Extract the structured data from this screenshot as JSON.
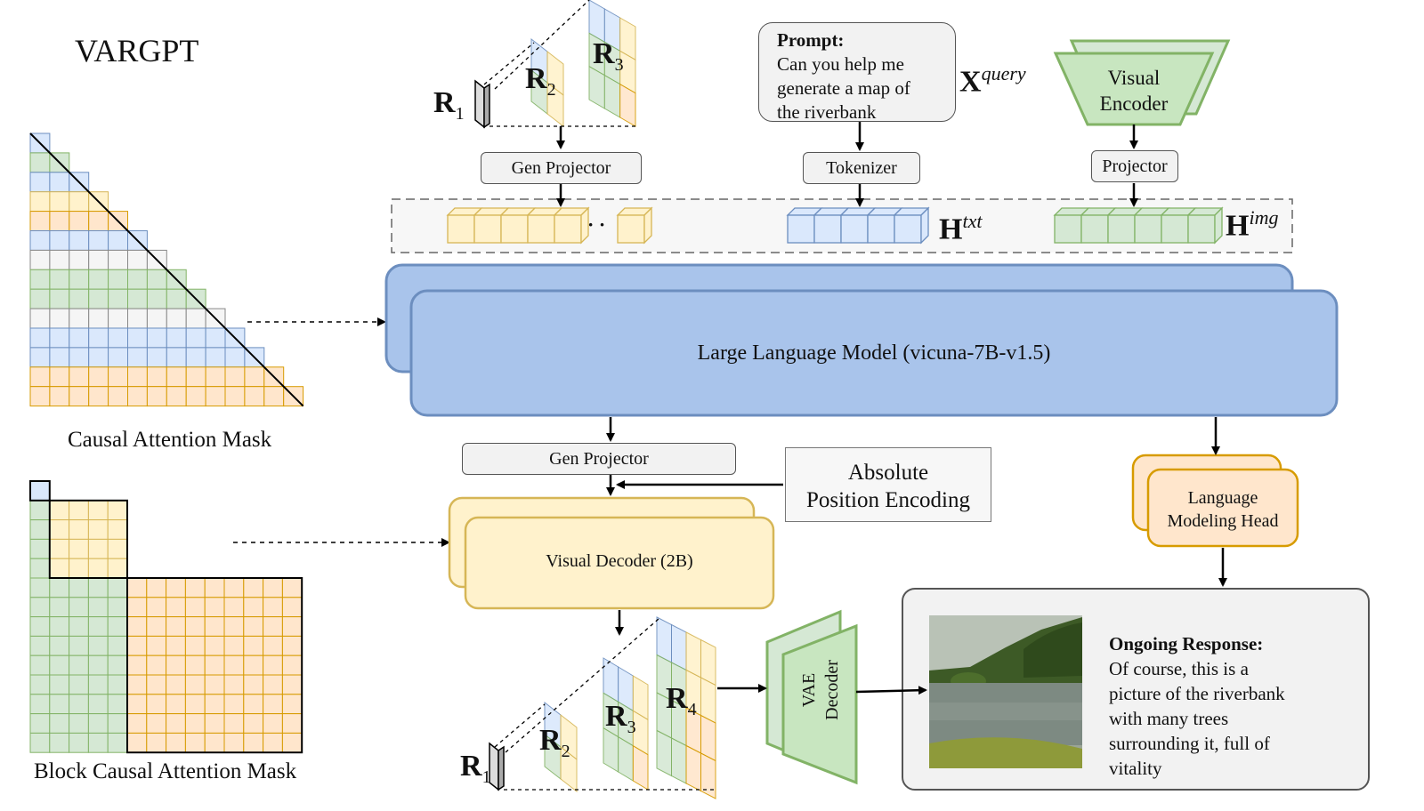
{
  "title": "VARGPT",
  "captions": {
    "causal": "Causal Attention Mask",
    "block": "Block Causal Attention Mask"
  },
  "prompt": {
    "heading": "Prompt:",
    "lines": [
      "Can you help me",
      "generate a map of",
      "the riverbank"
    ]
  },
  "labels": {
    "x_query_main": "X",
    "x_query_sup": "query",
    "h_txt_main": "H",
    "h_txt_sup": "txt",
    "h_img_main": "H",
    "h_img_sup": "img",
    "r1": "R",
    "r1_sub": "1",
    "r2": "R",
    "r2_sub": "2",
    "r3": "R",
    "r3_sub": "3",
    "r4": "R",
    "r4_sub": "4",
    "ellipsis": "· ·"
  },
  "boxes": {
    "gen_projector_top": "Gen Projector",
    "tokenizer": "Tokenizer",
    "projector": "Projector",
    "visual_encoder": [
      "Visual",
      "Encoder"
    ],
    "llm": "Large Language Model (vicuna-7B-v1.5)",
    "gen_projector_bottom": "Gen Projector",
    "abs_pos": [
      "Absolute",
      "Position Encoding"
    ],
    "visual_decoder": "Visual Decoder (2B)",
    "lm_head": [
      "Language",
      "Modeling Head"
    ],
    "vae_decoder": [
      "VAE",
      "Decoder"
    ]
  },
  "response": {
    "heading": "Ongoing Response:",
    "lines": [
      "Of course, this is a",
      "picture of the riverbank",
      "with many trees",
      "surrounding it, full of",
      "vitality"
    ]
  },
  "colors": {
    "blue": "#dae8fc",
    "blue_edge": "#6c8ebf",
    "green": "#d5e8d4",
    "green_edge": "#82b366",
    "yellow": "#fff2cc",
    "yellow_edge": "#d6b656",
    "orange": "#ffe6cc",
    "orange_edge": "#d79b00",
    "grey": "#f5f5f5",
    "llm": "#a9c4eb",
    "llm_edge": "#6c8ebf"
  }
}
